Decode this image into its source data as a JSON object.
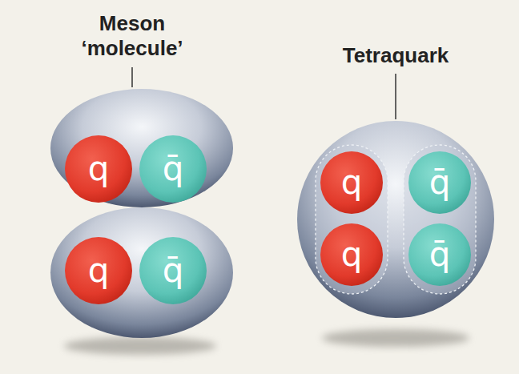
{
  "diagram": {
    "nodes": [
      {
        "text": [
          "Meson ‘molecule’"
        ]
      },
      {
        "text": [
          "q"
        ],
        "in": 0
      },
      {
        "text": [
          "q̄"
        ],
        "in": 0
      },
      {},
      {
        "text": [
          "q"
        ],
        "in": 3
      },
      {
        "text": [
          "q̄"
        ],
        "in": 3
      },
      {
        "text": [
          "Tetraquark"
        ]
      },
      {
        "in": 6
      },
      {
        "text": [
          "q"
        ],
        "in": 7
      },
      {
        "text": [
          "q"
        ],
        "in": 7
      },
      {
        "in": 6
      },
      {
        "text": [
          "q̄"
        ],
        "in": 10
      },
      {
        "text": [
          "q̄"
        ],
        "in": 10
      }
    ]
  }
}
